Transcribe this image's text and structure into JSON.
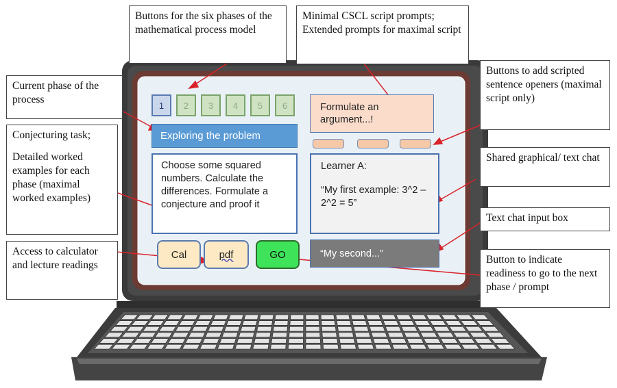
{
  "phases": [
    "1",
    "2",
    "3",
    "4",
    "5",
    "6"
  ],
  "current_phase": "Exploring the problem",
  "task_text": "Choose some squared numbers. Calculate the differences. Formulate a conjecture and proof it",
  "prompt_text": "Formulate an argument...!",
  "chat": {
    "speaker": "Learner A:",
    "message": "“My first example: 3^2 – 2^2 = 5”"
  },
  "chat_input": "“My second...”",
  "buttons": {
    "cal": "Cal",
    "pdf": "pdf",
    "go": "GO"
  },
  "callouts": {
    "phases_buttons": "Buttons for the six phases of the mathematical process model",
    "script_prompts": "Minimal CSCL script prompts; Extended prompts for maximal script",
    "sentence_openers": "Buttons to add scripted sentence openers (maximal script only)",
    "current_phase": "Current phase of the process",
    "conjecturing_task": "Conjecturing task;",
    "worked_examples": "Detailed worked examples for each phase (maximal worked examples)",
    "shared_chat": "Shared graphical/ text chat",
    "chat_input_box": "Text chat input box",
    "access": "Access to calculator and lecture readings",
    "readiness": "Button to indicate readiness to go to the next phase / prompt"
  },
  "colors": {
    "phase_box": "#cfe3c3",
    "active_phase": "#c9d6ec",
    "phase_banner": "#5b9bd5",
    "prompt_box": "#fbdccb",
    "go_button": "#3ee35a",
    "tool_button": "#fde9c4",
    "chat_input": "#7b7b7b",
    "arrow": "#d9232a"
  }
}
